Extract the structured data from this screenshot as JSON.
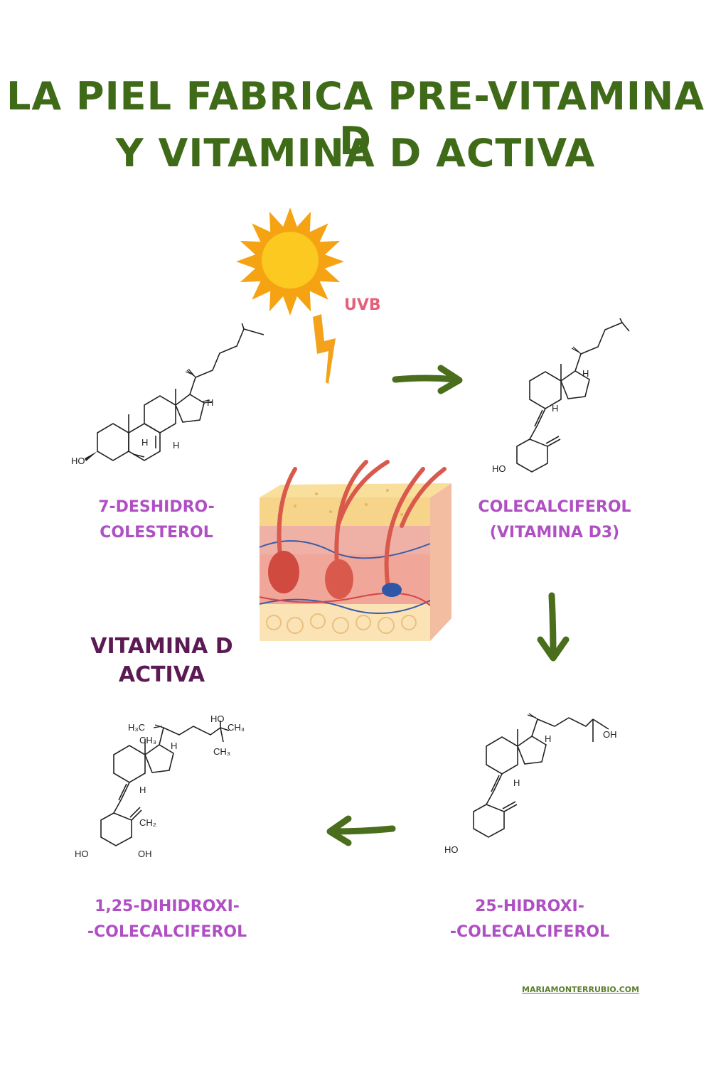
{
  "title": {
    "line1": "LA PIEL FABRICA PRE-VITAMINA D",
    "line2": "Y VITAMINA D ACTIVA"
  },
  "uvb_label": "UVB",
  "compounds": [
    {
      "line1": "7-DESHIDRO-",
      "line2": "COLESTEROL"
    },
    {
      "line1": "COLECALCIFEROL",
      "line2": "(VITAMINA D3)"
    },
    {
      "line1": "25-HIDROXI-",
      "line2": "-COLECALCIFEROL"
    },
    {
      "line1": "1,25-DIHIDROXI-",
      "line2": "-COLECALCIFEROL"
    }
  ],
  "active_label": {
    "line1": "VITAMINA D",
    "line2": "ACTIVA"
  },
  "molecule_text": {
    "ho": "HO",
    "oh": "OH",
    "h": "H",
    "h3c": "H₃C",
    "ch3": "CH₃",
    "ch2": "CH₂"
  },
  "credit": "MARIAMONTERRUBIO.COM",
  "colors": {
    "title": "#3f6b18",
    "arrow": "#4a6e1c",
    "label": "#b04fc4",
    "active": "#5c1a55",
    "uvb": "#e5607a",
    "sun_core": "#fbc920",
    "sun_rays": "#f5a313",
    "bolt": "#f4a21c",
    "skin_top": "#f6d48a",
    "skin_mid": "#f0a79a",
    "skin_bottom": "#fbe3b5"
  },
  "icons": [
    "sun-icon",
    "lightning-icon",
    "skin-cross-section-icon",
    "arrow-icon"
  ]
}
